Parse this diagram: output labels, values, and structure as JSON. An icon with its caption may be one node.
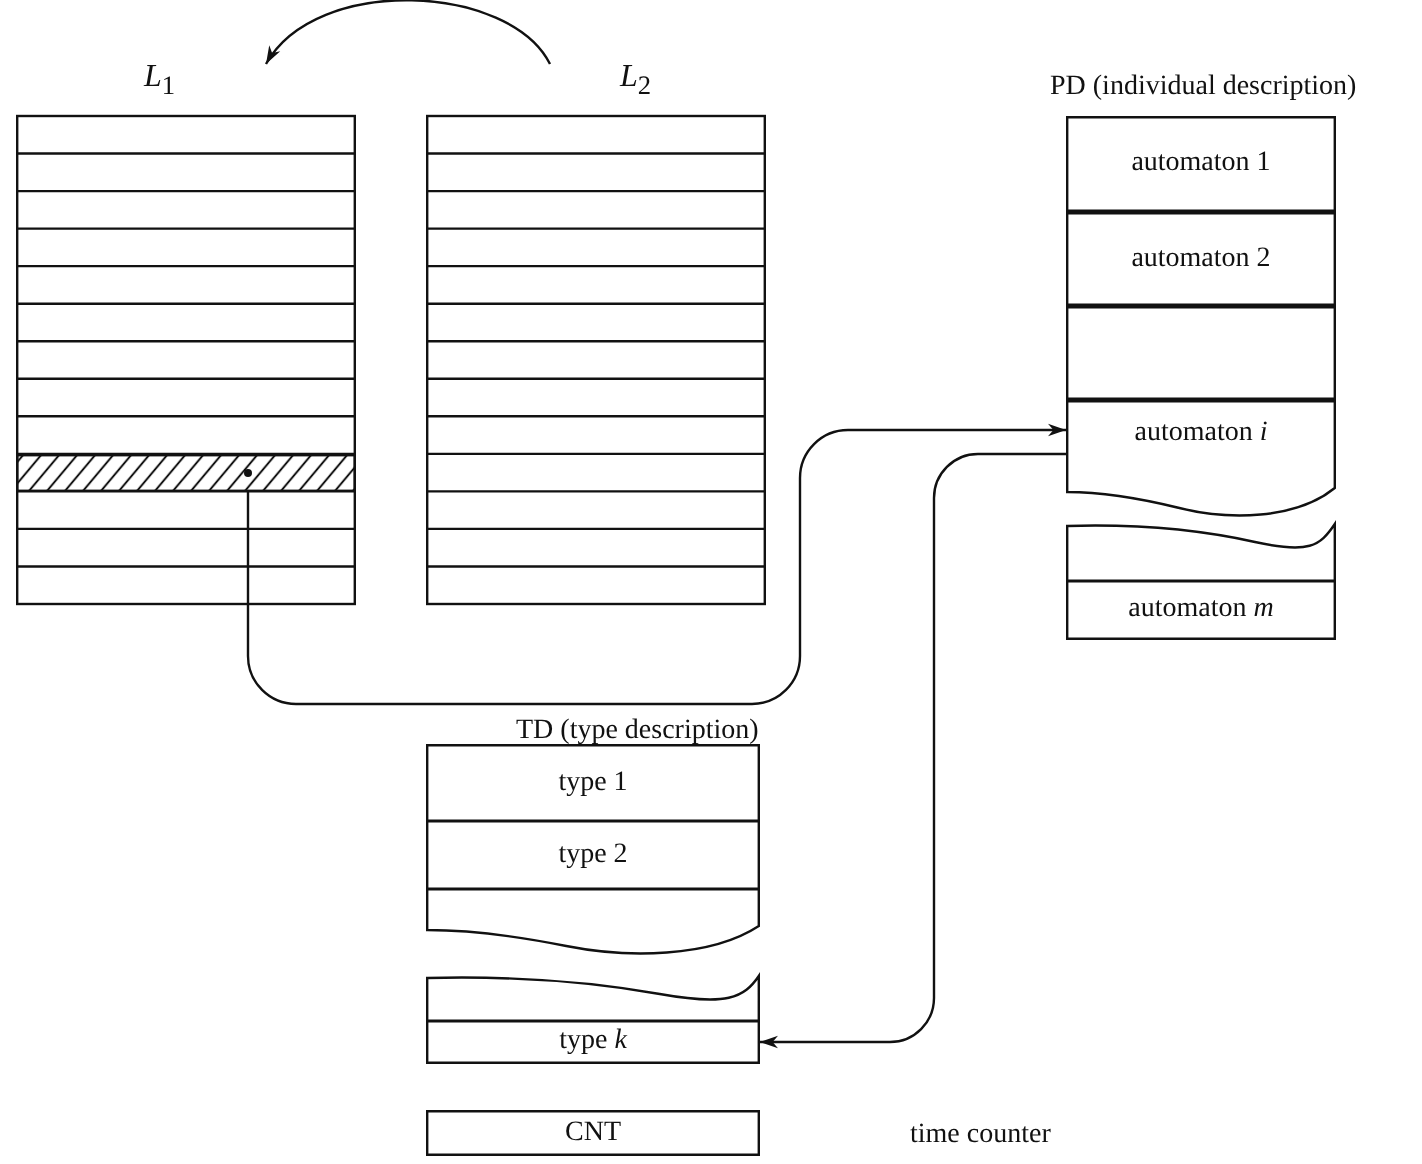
{
  "diagram": {
    "nodes": [
      {
        "text": [
          "*L*$_{1}$"
        ]
      },
      {
        "text": [
          "*L*$_{2}$"
        ]
      },
      {
        "text": [],
        "shape": "bar",
        "in": 0
      },
      {
        "text": [
          "PD (individual description)"
        ]
      },
      {
        "text": [
          "automaton 1"
        ],
        "in": 3
      },
      {
        "text": [
          "automaton 2"
        ],
        "in": 3
      },
      {
        "text": [],
        "shape": "box",
        "in": 3
      },
      {
        "text": [
          "automaton *i*"
        ],
        "in": 3
      },
      {
        "text": [],
        "shape": "box"
      },
      {
        "text": [
          "automaton *m*"
        ]
      },
      {
        "text": [
          "TD (type description)"
        ]
      },
      {
        "text": [
          "type 1"
        ],
        "in": 10
      },
      {
        "text": [
          "type 2"
        ],
        "in": 10
      },
      {
        "text": [],
        "shape": "box",
        "in": 10
      },
      {
        "text": [],
        "shape": "box"
      },
      {
        "text": [
          "type *k*"
        ]
      },
      {
        "text": [
          "CNT"
        ]
      }
    ],
    "edges": [
      {
        "from": 1,
        "to": 0,
        "arrow": "to"
      },
      {
        "from": 2,
        "to": 7,
        "arrow": "to"
      },
      {
        "from": 7,
        "to": 15,
        "arrow": "to"
      }
    ],
    "labels": [
      "time counter"
    ]
  }
}
